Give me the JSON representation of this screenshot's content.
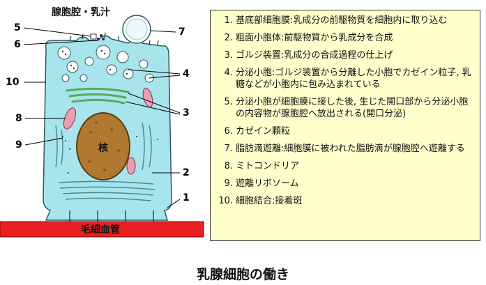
{
  "diagram": {
    "top_label": "腺胞腔・乳汁",
    "nucleus_label": "核",
    "capillary_label": "毛細血管",
    "callout_numbers": [
      "5",
      "6",
      "7",
      "4",
      "10",
      "3",
      "8",
      "9",
      "2",
      "1"
    ]
  },
  "legend": {
    "items": [
      {
        "num": "1.",
        "text": "基底部細胞膜:乳成分の前駆物質を細胞内に取り込む"
      },
      {
        "num": "2.",
        "text": "粗面小胞体:前駆物質から乳成分を合成"
      },
      {
        "num": "3.",
        "text": "ゴルジ装置:乳成分の合成過程の仕上げ"
      },
      {
        "num": "4.",
        "text": "分泌小胞:ゴルジ装置から分離した小胞でカゼイン粒子, 乳糖などが小胞内に包み込まれている"
      },
      {
        "num": "5.",
        "text": "分泌小胞が細胞膜に接した後, 生じた開口部から分泌小胞の内容物が腺胞腔へ放出される(開口分泌)"
      },
      {
        "num": "6.",
        "text": "カゼイン顆粒"
      },
      {
        "num": "7.",
        "text": "脂肪滴遊離:細胞膜に被われた脂肪滴が腺胞腔へ遊離する"
      },
      {
        "num": "8.",
        "text": "ミトコンドリア"
      },
      {
        "num": "9.",
        "text": "遊離リボソーム"
      },
      {
        "num": "10.",
        "text": "細胞結合:接着斑"
      }
    ]
  },
  "caption": "乳腺細胞の働き",
  "colors": {
    "cytoplasm": "#a8e4ec",
    "nucleus": "#b07830",
    "capillary": "#e82020",
    "legend_bg": "#ffffcc",
    "golgi": "#7ad080",
    "mitochondria": "#e8a0b0"
  }
}
